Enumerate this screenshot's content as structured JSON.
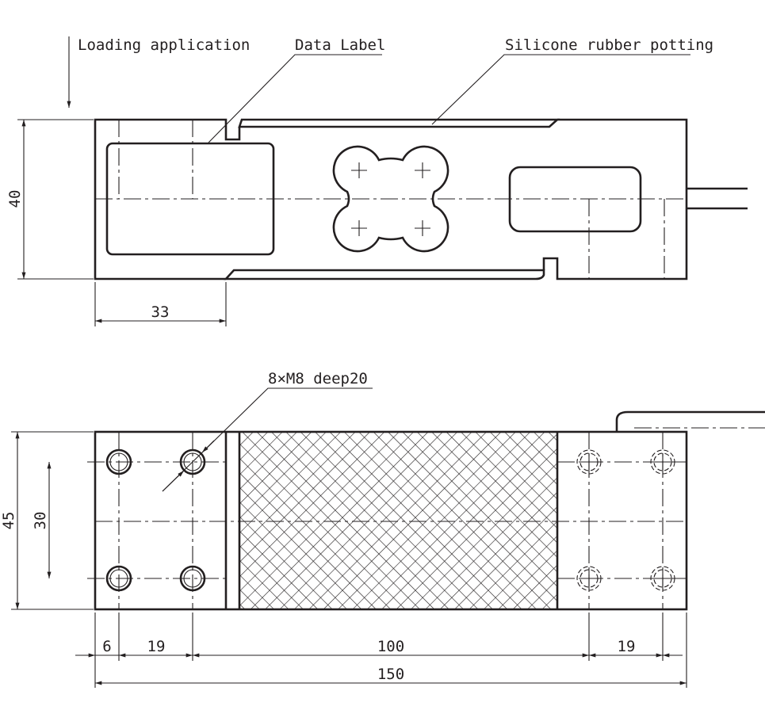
{
  "labels": {
    "loading": "Loading application",
    "data_label": "Data Label",
    "potting": "Silicone rubber potting",
    "thread": "8×M8 deep20"
  },
  "dimensions": {
    "height_top": "40",
    "offset_33": "33",
    "width_45": "45",
    "hole_spacing_30": "30",
    "d6": "6",
    "d19_left": "19",
    "d100": "100",
    "d19_right": "19",
    "total_150": "150"
  },
  "colors": {
    "line": "#231f20",
    "background": "#ffffff"
  }
}
